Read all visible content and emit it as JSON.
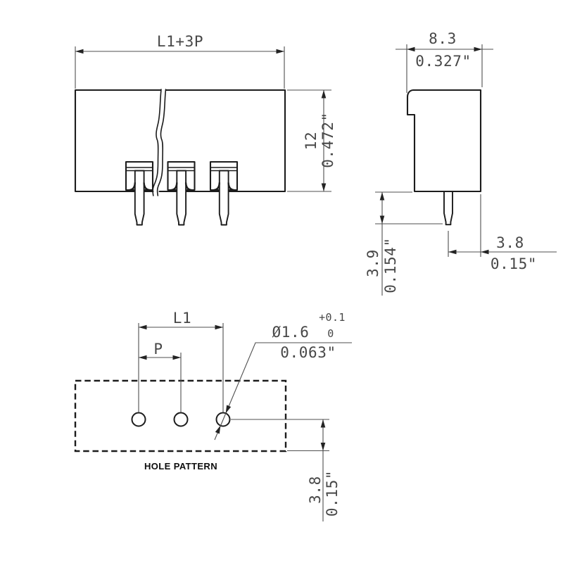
{
  "drawing_type": "connector-dimension-drawing",
  "front_view": {
    "width_dim": "L1+3P",
    "height_mm": "12",
    "height_inch": "0.472\""
  },
  "side_view": {
    "width_mm": "8.3",
    "width_inch": "0.327\"",
    "pin_length_mm": "3.9",
    "pin_length_inch": "0.154\"",
    "pin_edge_offset_mm": "3.8",
    "pin_edge_offset_inch": "0.15\""
  },
  "hole_pattern": {
    "label": "HOLE PATTERN",
    "span_dim": "L1",
    "pitch_dim": "P",
    "hole_diameter_mm": "Ø1.6",
    "tolerance_upper": "+0.1",
    "tolerance_lower": "0",
    "hole_diameter_inch": "0.063\"",
    "edge_offset_mm": "3.8",
    "edge_offset_inch": "0.15\""
  },
  "colors": {
    "part_outline": "#1c1c1c",
    "dimension_lines": "#4f4f4f",
    "dimension_text": "#474747",
    "background": "#ffffff"
  }
}
